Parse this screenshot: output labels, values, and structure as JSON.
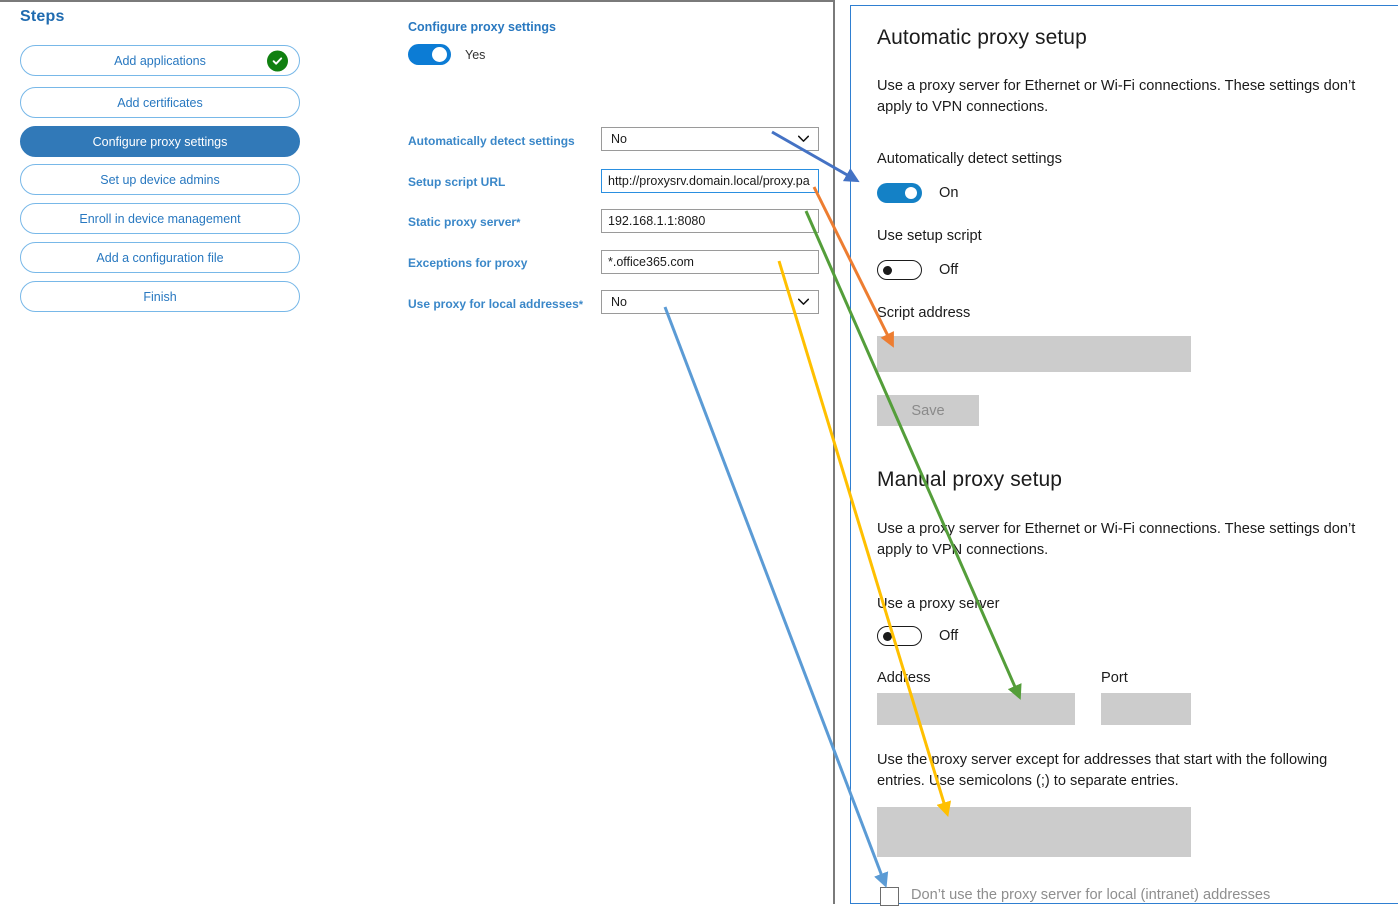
{
  "sidebar": {
    "heading": "Steps",
    "items": [
      {
        "label": "Add applications",
        "state": "complete",
        "selected": false
      },
      {
        "label": "Add certificates",
        "state": "pending",
        "selected": false
      },
      {
        "label": "Configure proxy settings",
        "state": "current",
        "selected": true
      },
      {
        "label": "Set up device admins",
        "state": "pending",
        "selected": false
      },
      {
        "label": "Enroll in device management",
        "state": "pending",
        "selected": false
      },
      {
        "label": "Add a configuration file",
        "state": "pending",
        "selected": false
      },
      {
        "label": "Finish",
        "state": "pending",
        "selected": false
      }
    ]
  },
  "form": {
    "title": "Configure proxy settings",
    "toggle": {
      "value": "Yes",
      "on": true
    },
    "fields": [
      {
        "label": "Automatically detect settings",
        "required": false,
        "type": "select",
        "value": "No"
      },
      {
        "label": "Setup script URL",
        "required": false,
        "type": "text",
        "value": "http://proxysrv.domain.local/proxy.pa",
        "focused": true
      },
      {
        "label": "Static proxy server",
        "required": true,
        "type": "text",
        "value": "192.168.1.1:8080"
      },
      {
        "label": "Exceptions for proxy",
        "required": false,
        "type": "text",
        "value": "*.office365.com"
      },
      {
        "label": "Use proxy for local addresses",
        "required": true,
        "type": "select",
        "value": "No"
      }
    ],
    "required_marker": "*"
  },
  "settings_panel": {
    "auto": {
      "heading": "Automatic proxy setup",
      "description": "Use a proxy server for Ethernet or Wi-Fi connections. These settings don’t apply to VPN connections.",
      "detect_label": "Automatically detect settings",
      "detect_state": "On",
      "detect_on": true,
      "script_toggle_label": "Use setup script",
      "script_state": "Off",
      "script_on": false,
      "script_address_label": "Script address",
      "script_address_value": "",
      "save_label": "Save"
    },
    "manual": {
      "heading": "Manual proxy setup",
      "description": "Use a proxy server for Ethernet or Wi-Fi connections. These settings don’t apply to VPN connections.",
      "use_proxy_label": "Use a proxy server",
      "use_proxy_state": "Off",
      "use_proxy_on": false,
      "address_label": "Address",
      "address_value": "",
      "port_label": "Port",
      "port_value": "",
      "bypass_description": "Use the proxy server except for addresses that start with the following entries. Use semicolons (;) to separate entries.",
      "bypass_value": "",
      "local_checkbox_label": "Don’t use the proxy server for local (intranet) addresses",
      "local_checkbox_checked": false
    }
  },
  "annotations": {
    "arrows": [
      {
        "name": "auto-detect-arrow",
        "color": "#4472c4",
        "from_field": "Automatically detect settings",
        "to_target": "Automatically detect settings toggle"
      },
      {
        "name": "setup-script-arrow",
        "color": "#ed7d31",
        "from_field": "Setup script URL",
        "to_target": "Script address box"
      },
      {
        "name": "static-proxy-arrow",
        "color": "#549e3a",
        "from_field": "Static proxy server",
        "to_target": "Address box"
      },
      {
        "name": "exceptions-arrow",
        "color": "#ffc000",
        "from_field": "Exceptions for proxy",
        "to_target": "Bypass entries box"
      },
      {
        "name": "local-addresses-arrow",
        "color": "#5b9bd5",
        "from_field": "Use proxy for local addresses",
        "to_target": "Don’t use the proxy server for local (intranet) addresses checkbox"
      }
    ]
  },
  "colors": {
    "accent_blue": "#3179b8",
    "link_blue": "#2878c0",
    "toggle_on": "#0c7cd5",
    "check_green": "#108010",
    "gray_box": "#cccccc",
    "panel_border": "#2f7fd1"
  }
}
